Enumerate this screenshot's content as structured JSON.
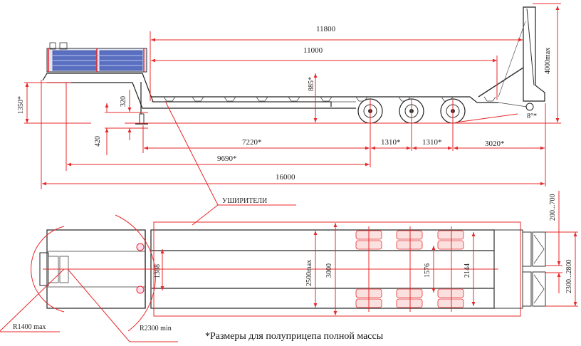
{
  "drawing": {
    "title": "Low-bed semitrailer dimensional drawing",
    "colors": {
      "dimension": "#e8282a",
      "outline": "#222222",
      "panel": "#5a6fc0"
    },
    "side_view": {
      "dimensions": {
        "overall_deck_to_ramp": "11800",
        "deck_length": "11000",
        "deck_height": "885*",
        "ramp_height": "4000max",
        "angle": "8°*",
        "front_height": "1350*",
        "kingpin_upper": "320",
        "kingpin_lower": "420",
        "to_first_axle": "7220*",
        "axle_spacing_1": "1310*",
        "axle_spacing_2": "1310*",
        "rear_overhang": "3020*",
        "kingpin_to_axle": "9690*",
        "overall_length": "16000"
      }
    },
    "top_view": {
      "callout": "УШИРИТЕЛИ",
      "dimensions": {
        "kingpin_track": "1388",
        "width_max": "2500max",
        "width_extended": "3000",
        "inner_track": "1576",
        "outer_track": "2144",
        "ramp_gap": "200...700",
        "ramp_span": "2300...2800",
        "front_radius": "R1400 max",
        "swing_radius": "R2300 min"
      }
    },
    "footnote": "*Размеры для полуприцепа полной массы"
  }
}
